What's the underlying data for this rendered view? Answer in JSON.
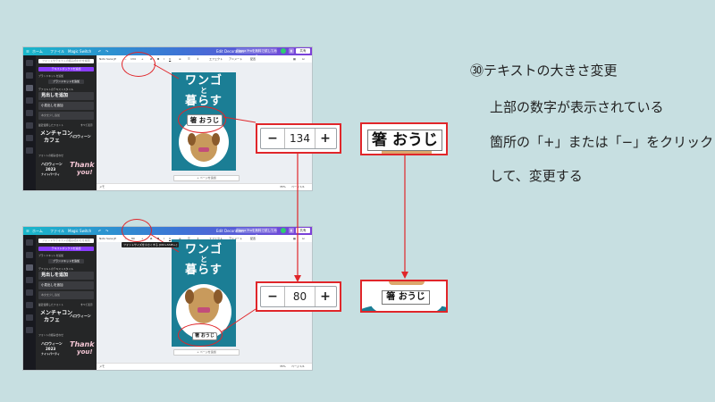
{
  "instruction": {
    "title": "㉚テキストの大きさ変更",
    "line1": "上部の数字が表示されている",
    "line2": "箇所の「+」または「−」をクリック",
    "line3": "して、変更する"
  },
  "editor": {
    "menu_home": "ホーム",
    "menu_file": "ファイル",
    "menu_resize": "Magic Switch",
    "top_center": "Edit Decoration",
    "top_pro": "Canva Proを無料で試してみる",
    "share_button": "共有",
    "font_name": "Noto Sans JP",
    "font_size_top": "134",
    "font_size_bottom": "80",
    "tooltip": "フォントサイズを小さくする [Ctrl+Shift+,]",
    "effects_label": "エフェクト",
    "animate_label": "アニメート",
    "position_label": "配置",
    "search_placeholder": "フォントやテキストの組み合わせを検索",
    "add_textbox": "テキストボックスを追加",
    "brand_kit": "ブランドキットを追加",
    "default_styles": "デフォルトのテキストスタイル",
    "heading": "見出しを追加",
    "subheading": "小見出しを追加",
    "body": "本文を少し追加",
    "recent_fonts": "最近使用したフォント",
    "see_all": "すべて表示",
    "font_combos": "フォントの組み合わせ",
    "sample_menchako": "メンチャコン",
    "sample_cafe": "カフェ",
    "sample_halloween": "ハロウィーン",
    "sample_halloween2": "ハロウィーン",
    "sample_year": "2023",
    "sample_party": "ナイトパーティ",
    "sample_thank": "Thank",
    "sample_you": "you!",
    "page_add": "+ ページを追加",
    "notes": "メモ",
    "zoom": "35%",
    "page_count": "ページ 1/1"
  },
  "design": {
    "title_line1": "ワンゴ",
    "title_to": "と",
    "title_line2": "暮らす",
    "name_label": "箸 おうじ"
  },
  "steppers": {
    "minus": "−",
    "plus": "+",
    "value_top": "134",
    "value_bottom": "80"
  },
  "previews": {
    "top_label": "箸 おうじ",
    "bottom_label": "箸 おうじ"
  },
  "colors": {
    "accent_red": "#e0262a",
    "design_teal": "#1b7e95",
    "purple_button": "#8b3dff"
  }
}
